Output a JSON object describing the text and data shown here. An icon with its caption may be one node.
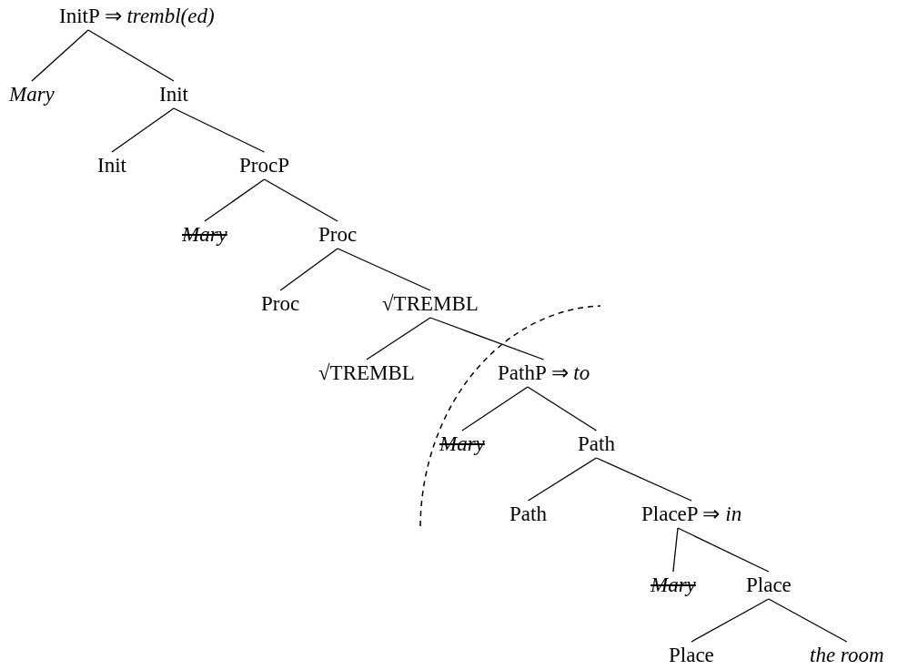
{
  "diagram": {
    "nodes": [
      {
        "text": [
          "InitP ⇒ *trembl(ed)*"
        ]
      },
      {
        "text": [
          "Mary"
        ]
      },
      {
        "text": [
          "Init"
        ]
      },
      {
        "text": [
          "Init"
        ]
      },
      {
        "text": [
          "ProcP"
        ]
      },
      {
        "text": [
          "Mary"
        ]
      },
      {
        "text": [
          "Proc"
        ]
      },
      {
        "text": [
          "Proc"
        ]
      },
      {
        "text": [
          "√TREMBL"
        ]
      },
      {
        "text": [
          "√TREMBL"
        ]
      },
      {
        "text": [
          "PathP ⇒ *to*"
        ]
      },
      {
        "text": [
          "Mary"
        ]
      },
      {
        "text": [
          "Path"
        ]
      },
      {
        "text": [
          "Path"
        ]
      },
      {
        "text": [
          "PlaceP ⇒ *in*"
        ]
      },
      {
        "text": [
          "Mary"
        ]
      },
      {
        "text": [
          "Place"
        ]
      },
      {
        "text": [
          "Place"
        ]
      },
      {
        "text": [
          "the room"
        ]
      }
    ],
    "edges": [
      {
        "from": 0,
        "to": 1,
        "arrow": "none"
      },
      {
        "from": 0,
        "to": 2,
        "arrow": "none"
      },
      {
        "from": 2,
        "to": 3,
        "arrow": "none"
      },
      {
        "from": 2,
        "to": 4,
        "arrow": "none"
      },
      {
        "from": 4,
        "to": 5,
        "arrow": "none"
      },
      {
        "from": 4,
        "to": 6,
        "arrow": "none"
      },
      {
        "from": 6,
        "to": 7,
        "arrow": "none"
      },
      {
        "from": 6,
        "to": 8,
        "arrow": "none"
      },
      {
        "from": 8,
        "to": 9,
        "arrow": "none"
      },
      {
        "from": 8,
        "to": 10,
        "arrow": "none"
      },
      {
        "from": 10,
        "to": 11,
        "arrow": "none"
      },
      {
        "from": 10,
        "to": 12,
        "arrow": "none"
      },
      {
        "from": 12,
        "to": 13,
        "arrow": "none"
      },
      {
        "from": 12,
        "to": 14,
        "arrow": "none"
      },
      {
        "from": 14,
        "to": 15,
        "arrow": "none"
      },
      {
        "from": 14,
        "to": 16,
        "arrow": "none"
      },
      {
        "from": 16,
        "to": 17,
        "arrow": "none"
      },
      {
        "from": 16,
        "to": 18,
        "arrow": "none"
      }
    ]
  }
}
